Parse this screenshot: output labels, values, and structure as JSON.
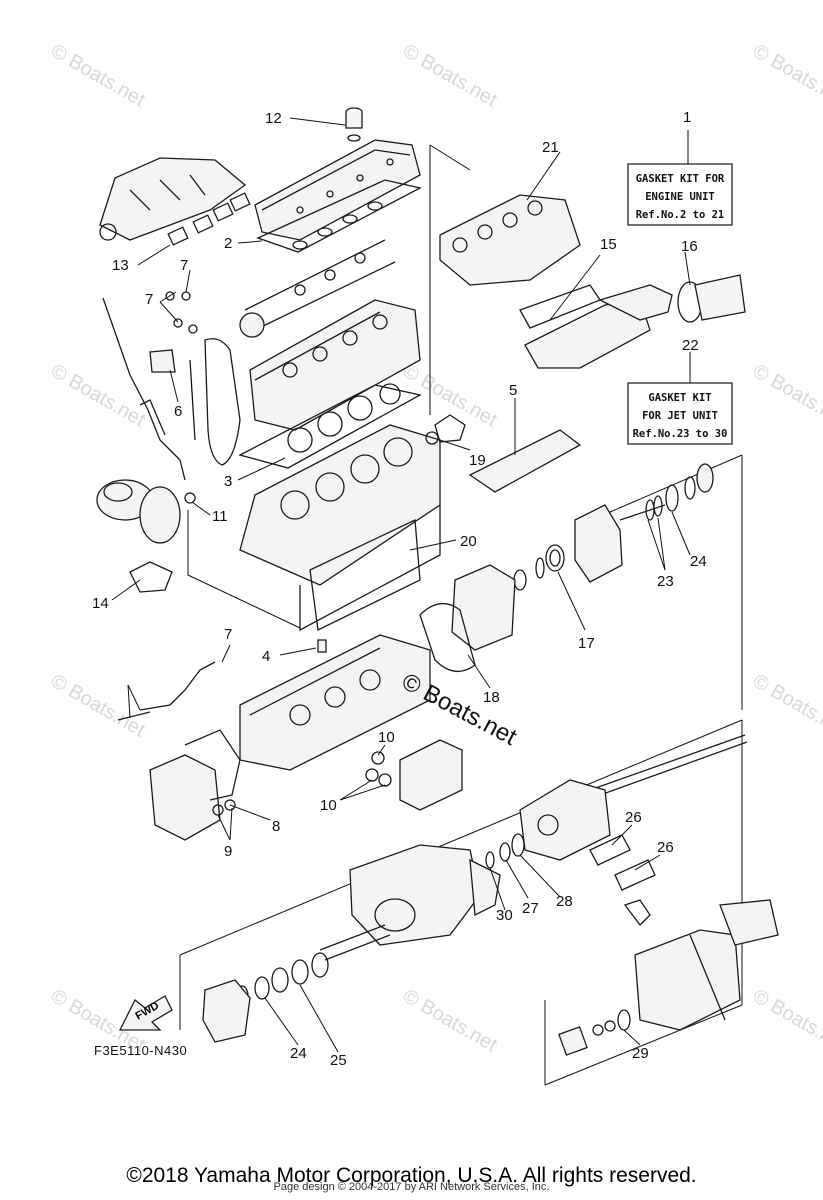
{
  "diagram": {
    "figure_code": "F3E5110-N430",
    "fwd_label": "FWD",
    "kit_boxes": [
      {
        "lines": [
          "GASKET KIT FOR",
          "ENGINE UNIT",
          "Ref.No.2 to 21"
        ]
      },
      {
        "lines": [
          "GASKET KIT",
          "FOR JET UNIT",
          "Ref.No.23 to 30"
        ]
      }
    ],
    "part_numbers": [
      "1",
      "2",
      "3",
      "4",
      "5",
      "6",
      "7",
      "7",
      "7",
      "8",
      "9",
      "10",
      "10",
      "11",
      "12",
      "13",
      "14",
      "15",
      "16",
      "17",
      "18",
      "19",
      "20",
      "21",
      "22",
      "23",
      "24",
      "24",
      "25",
      "26",
      "26",
      "27",
      "28",
      "29",
      "30"
    ],
    "watermark_center": "© Boats.net",
    "watermark_tile": "© Boats.net"
  },
  "footer": {
    "copyright": "©2018 Yamaha Motor Corporation, U.S.A. All rights reserved.",
    "page_design": "Page design © 2004-2017 by ARI Network Services, Inc."
  }
}
